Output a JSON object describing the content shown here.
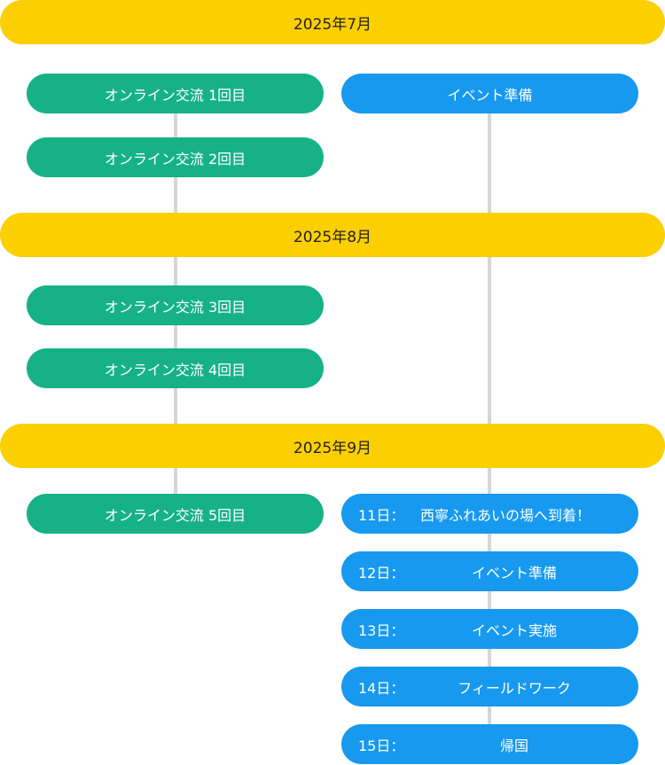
{
  "months": {
    "jul": "2025年7月",
    "aug": "2025年8月",
    "sep": "2025年9月"
  },
  "online": [
    "オンライン交流 1回目",
    "オンライン交流 2回目",
    "オンライン交流 3回目",
    "オンライン交流 4回目",
    "オンライン交流 5回目"
  ],
  "prep": "イベント準備",
  "september_days": [
    {
      "day": "11日：",
      "text": "西寧ふれあいの場へ到着！"
    },
    {
      "day": "12日：",
      "text": "イベント準備"
    },
    {
      "day": "13日：",
      "text": "イベント実施"
    },
    {
      "day": "14日：",
      "text": "フィールドワーク"
    },
    {
      "day": "15日：",
      "text": "帰国"
    }
  ],
  "colors": {
    "month": "#fccf00",
    "online": "#16b286",
    "event": "#1799ef",
    "connector": "#d6d6d6"
  }
}
